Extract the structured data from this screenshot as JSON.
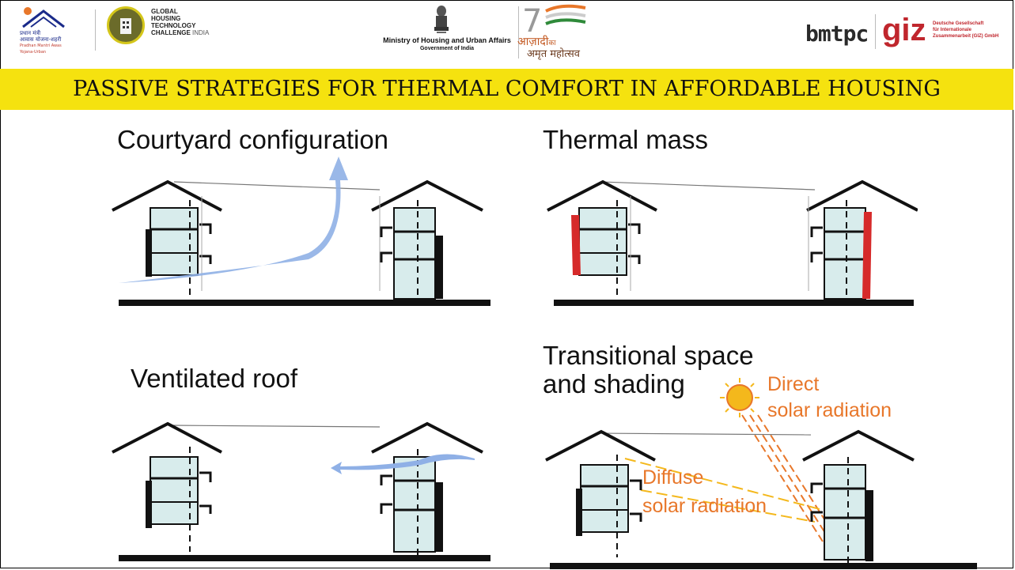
{
  "header": {
    "pmay_text_line1": "प्रधान मंत्री",
    "pmay_text_line2": "आवास योजना-शहरी",
    "pmay_text_line3": "Pradhan Mantri Awas Yojana-Urban",
    "ghtc_lines": [
      "GLOBAL",
      "HOUSING",
      "TECHNOLOGY",
      "CHALLENGE"
    ],
    "ghtc_india": "INDIA",
    "ministry_name": "Ministry of Housing and Urban Affairs",
    "ministry_sub": "Government of India",
    "aka_line1": "आज़ादी",
    "aka_ka": "का",
    "aka_line2": "अमृत महोत्सव",
    "bmtpc": "bmtpc",
    "giz_mark": "giz",
    "giz_text_lines": [
      "Deutsche Gesellschaft",
      "für Internationale",
      "Zusammenarbeit (GIZ) GmbH"
    ]
  },
  "title": "PASSIVE STRATEGIES FOR THERMAL COMFORT IN AFFORDABLE HOUSING",
  "panels": {
    "courtyard": "Courtyard configuration",
    "thermal_mass": "Thermal mass",
    "ventilated_roof": "Ventilated roof",
    "transitional_line1": "Transitional space",
    "transitional_line2": "and shading",
    "direct_line1": "Direct",
    "direct_line2": "solar radiation",
    "diffuse_line1": "Diffuse",
    "diffuse_line2": "solar radiation"
  },
  "colors": {
    "banner": "#f5e20f",
    "air_flow": "#8fb0e6",
    "thermal_mass": "#d62a2a",
    "window_fill": "#d8ecec",
    "solar": "#e8772a",
    "sun": "#f4b81c"
  }
}
